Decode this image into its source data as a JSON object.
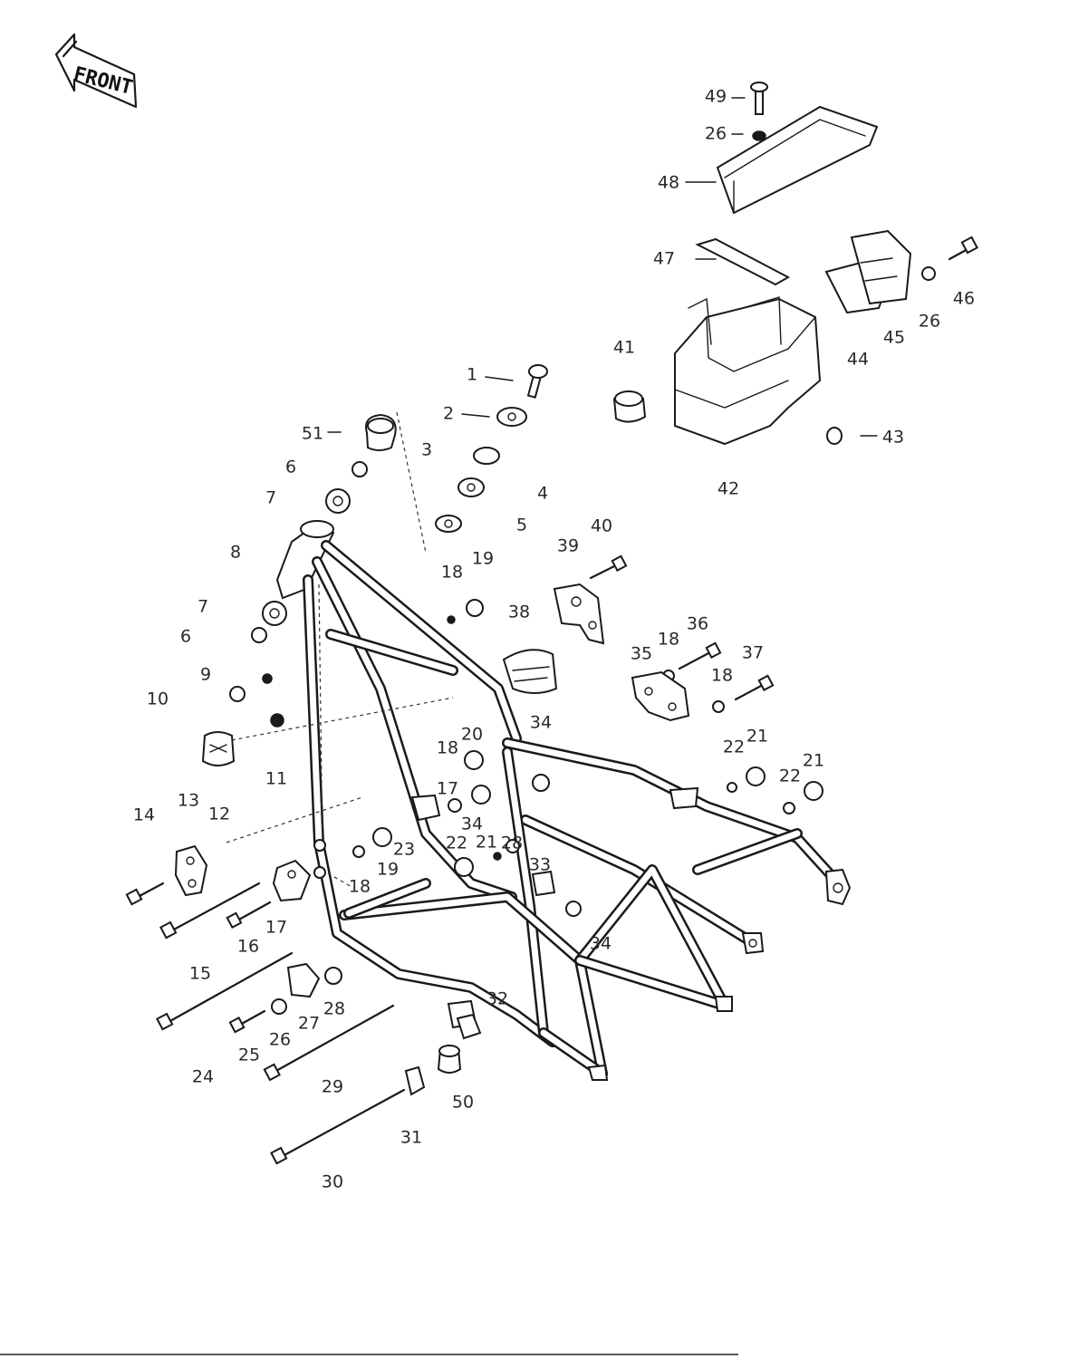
{
  "front_badge": {
    "text": "FRONT"
  },
  "labels": [
    {
      "id": "label-1",
      "text": "1"
    },
    {
      "id": "label-2",
      "text": "2"
    },
    {
      "id": "label-3",
      "text": "3"
    },
    {
      "id": "label-4",
      "text": "4"
    },
    {
      "id": "label-5",
      "text": "5"
    },
    {
      "id": "label-6a",
      "text": "6"
    },
    {
      "id": "label-7a",
      "text": "7"
    },
    {
      "id": "label-51",
      "text": "51"
    },
    {
      "id": "label-8",
      "text": "8"
    },
    {
      "id": "label-7b",
      "text": "7"
    },
    {
      "id": "label-6b",
      "text": "6"
    },
    {
      "id": "label-9",
      "text": "9"
    },
    {
      "id": "label-10",
      "text": "10"
    },
    {
      "id": "label-11",
      "text": "11"
    },
    {
      "id": "label-12",
      "text": "12"
    },
    {
      "id": "label-13",
      "text": "13"
    },
    {
      "id": "label-14",
      "text": "14"
    },
    {
      "id": "label-15",
      "text": "15"
    },
    {
      "id": "label-16",
      "text": "16"
    },
    {
      "id": "label-17a",
      "text": "17"
    },
    {
      "id": "label-17b",
      "text": "17"
    },
    {
      "id": "label-18a",
      "text": "18"
    },
    {
      "id": "label-18b",
      "text": "18"
    },
    {
      "id": "label-18c",
      "text": "18"
    },
    {
      "id": "label-18d",
      "text": "18"
    },
    {
      "id": "label-18e",
      "text": "18"
    },
    {
      "id": "label-19a",
      "text": "19"
    },
    {
      "id": "label-19b",
      "text": "19"
    },
    {
      "id": "label-20",
      "text": "20"
    },
    {
      "id": "label-21a",
      "text": "21"
    },
    {
      "id": "label-21b",
      "text": "21"
    },
    {
      "id": "label-21c",
      "text": "21"
    },
    {
      "id": "label-22a",
      "text": "22"
    },
    {
      "id": "label-22b",
      "text": "22"
    },
    {
      "id": "label-22c",
      "text": "22"
    },
    {
      "id": "label-23",
      "text": "23"
    },
    {
      "id": "label-24",
      "text": "24"
    },
    {
      "id": "label-25",
      "text": "25"
    },
    {
      "id": "label-26a",
      "text": "26"
    },
    {
      "id": "label-26b",
      "text": "26"
    },
    {
      "id": "label-26c",
      "text": "26"
    },
    {
      "id": "label-27",
      "text": "27"
    },
    {
      "id": "label-28a",
      "text": "28"
    },
    {
      "id": "label-28b",
      "text": "28"
    },
    {
      "id": "label-29",
      "text": "29"
    },
    {
      "id": "label-30",
      "text": "30"
    },
    {
      "id": "label-31",
      "text": "31"
    },
    {
      "id": "label-32",
      "text": "32"
    },
    {
      "id": "label-33",
      "text": "33"
    },
    {
      "id": "label-34a",
      "text": "34"
    },
    {
      "id": "label-34b",
      "text": "34"
    },
    {
      "id": "label-34c",
      "text": "34"
    },
    {
      "id": "label-35",
      "text": "35"
    },
    {
      "id": "label-36",
      "text": "36"
    },
    {
      "id": "label-37",
      "text": "37"
    },
    {
      "id": "label-38",
      "text": "38"
    },
    {
      "id": "label-39",
      "text": "39"
    },
    {
      "id": "label-40",
      "text": "40"
    },
    {
      "id": "label-41",
      "text": "41"
    },
    {
      "id": "label-42",
      "text": "42"
    },
    {
      "id": "label-43",
      "text": "43"
    },
    {
      "id": "label-44",
      "text": "44"
    },
    {
      "id": "label-45",
      "text": "45"
    },
    {
      "id": "label-46",
      "text": "46"
    },
    {
      "id": "label-47",
      "text": "47"
    },
    {
      "id": "label-48",
      "text": "48"
    },
    {
      "id": "label-49",
      "text": "49"
    },
    {
      "id": "label-50",
      "text": "50"
    }
  ]
}
